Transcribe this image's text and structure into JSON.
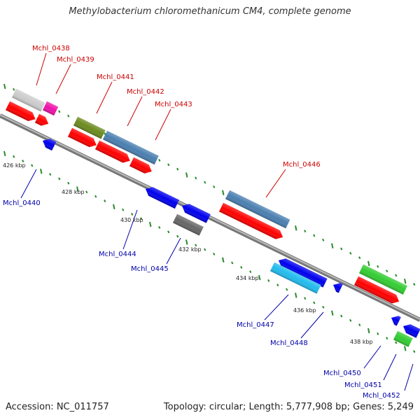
{
  "title": "Methylobacterium chloromethanicum CM4, complete genome",
  "footer": {
    "accession": "Accession: NC_011757",
    "summary": "Topology: circular; Length: 5,777,908 bp; Genes: 5,249"
  },
  "kbp_labels": [
    "426 kbp",
    "428 kbp",
    "430 kbp",
    "432 kbp",
    "434 kbp",
    "436 kbp",
    "438 kbp"
  ],
  "gene_labels_forward": [
    "Mchl_0438",
    "Mchl_0439",
    "Mchl_0441",
    "Mchl_0442",
    "Mchl_0443",
    "Mchl_0446"
  ],
  "gene_labels_reverse": [
    "Mchl_0440",
    "Mchl_0444",
    "Mchl_0445",
    "Mchl_0447",
    "Mchl_0448",
    "Mchl_0450",
    "Mchl_0451",
    "Mchl_0452"
  ],
  "colors": {
    "forward_label": "#cc0000",
    "reverse_label": "#0000aa",
    "cds_red": "#ff0000",
    "cds_blue": "#0000ee",
    "steel_blue": "#4a7fb0",
    "olive": "#6b8a1f",
    "green": "#33cc33",
    "cyan": "#22bbee",
    "grey": "#cccccc",
    "dark_grey": "#666666",
    "magenta": "#ee11aa",
    "backbone": "#888888",
    "tick": "#2a8a2a"
  }
}
